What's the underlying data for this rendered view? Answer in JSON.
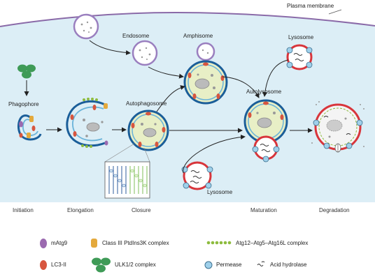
{
  "diagram": {
    "membrane_label": "Plasma membrane",
    "structures": {
      "endosome": "Endosome",
      "amphisome": "Amphisome",
      "lysosome_top": "Lysosome",
      "phagophore": "Phagophore",
      "autophagosome": "Autophagosome",
      "autolysosome": "Autolysosome",
      "lysosome_bottom": "Lysosome"
    },
    "stages": {
      "initiation": "Initiation",
      "elongation": "Elongation",
      "closure": "Closure",
      "maturation": "Maturation",
      "degradation": "Degradation"
    },
    "legend": {
      "matg9": "mAtg9",
      "class3": "Class III PtdIns3K complex",
      "atg12": "Atg12–Atg5–Atg16L complex",
      "lc3": "LC3-II",
      "ulk": "ULK1/2 complex",
      "permease": "Permease",
      "hydrolase": "Acid hydrolase"
    },
    "colors": {
      "cytoplasm": "#dceef6",
      "membrane_line": "#8a6aa8",
      "double_membrane_outer": "#1b5e99",
      "double_membrane_inner": "#6ab3d9",
      "lumen": "#e8efc6",
      "lysosome_rim": "#d8353b",
      "permease": "#9fd0ea",
      "ulk": "#3f9b57",
      "lc3": "#d7563f",
      "matg9": "#9b6ab0",
      "class3": "#e4a93c",
      "atg12": "#8dbb3e"
    }
  }
}
